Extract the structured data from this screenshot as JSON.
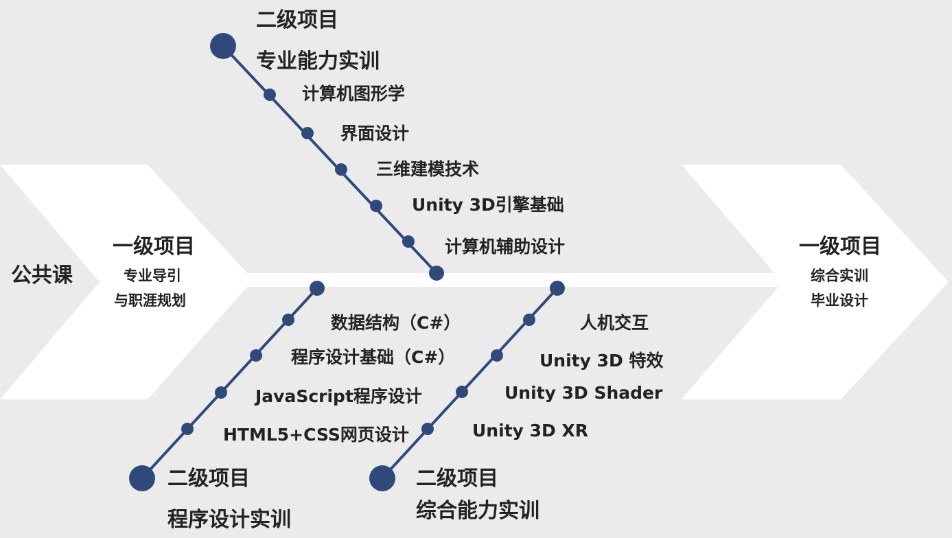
{
  "colors": {
    "background": "#ebebeb",
    "chevron": "#ffffff",
    "line": "#2f4a7a",
    "text": "#222222"
  },
  "left": {
    "public_course": "公共课",
    "level1_title": "一级项目",
    "level1_line1": "专业导引",
    "level1_line2": "与职涯规划"
  },
  "right": {
    "level1_title": "一级项目",
    "level1_line1": "综合实训",
    "level1_line2": "毕业设计"
  },
  "top_branch": {
    "title": "二级项目",
    "subtitle": "专业能力实训",
    "courses": [
      "计算机图形学",
      "界面设计",
      "三维建模技术",
      "Unity 3D引擎基础",
      "计算机辅助设计"
    ]
  },
  "bottom_left_branch": {
    "title": "二级项目",
    "subtitle": "程序设计实训",
    "courses": [
      "数据结构（C#）",
      "程序设计基础（C#）",
      "JavaScript程序设计",
      "HTML5+CSS网页设计"
    ]
  },
  "bottom_right_branch": {
    "title": "二级项目",
    "subtitle": "综合能力实训",
    "courses": [
      "人机交互",
      "Unity 3D 特效",
      "Unity 3D Shader",
      "Unity 3D XR"
    ]
  }
}
